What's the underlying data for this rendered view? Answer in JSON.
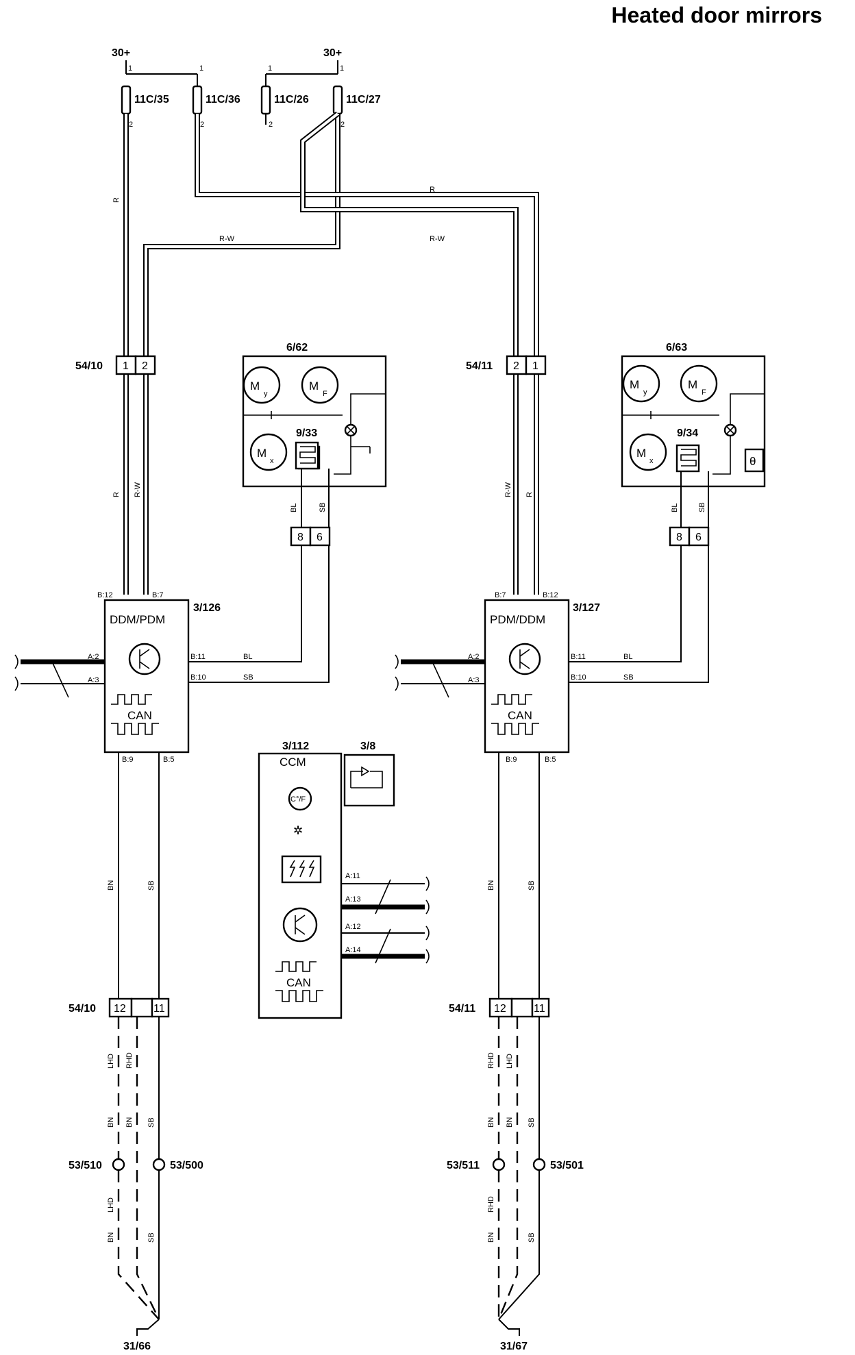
{
  "title": "Heated door mirrors",
  "supply": {
    "left": "30+",
    "right": "30+"
  },
  "fuses": [
    {
      "ref": "11C/35",
      "pin1": "1",
      "pin2": "2"
    },
    {
      "ref": "11C/36",
      "pin1": "1",
      "pin2": "2"
    },
    {
      "ref": "11C/26",
      "pin1": "1",
      "pin2": "2"
    },
    {
      "ref": "11C/27",
      "pin1": "1",
      "pin2": "2"
    }
  ],
  "wire_colors": {
    "r": "R",
    "rw": "R-W",
    "bl": "BL",
    "sb": "SB",
    "bn": "BN"
  },
  "connectors": {
    "left_top": {
      "ref": "54/10",
      "pins": [
        "1",
        "2"
      ]
    },
    "right_top": {
      "ref": "54/11",
      "pins": [
        "2",
        "1"
      ]
    },
    "left_bottom": {
      "ref": "54/10",
      "pins": [
        "12",
        "11"
      ]
    },
    "right_bottom": {
      "ref": "54/11",
      "pins": [
        "12",
        "11"
      ]
    },
    "left_mirror": {
      "pins": [
        "8",
        "6"
      ]
    },
    "right_mirror": {
      "pins": [
        "8",
        "6"
      ]
    }
  },
  "mirrors": [
    {
      "ref": "6/62",
      "heater": "9/33"
    },
    {
      "ref": "6/63",
      "heater": "9/34"
    }
  ],
  "motors": {
    "y": "M",
    "y_sub": "y",
    "f": "M",
    "f_sub": "F",
    "x": "M",
    "x_sub": "x",
    "theta": "θ"
  },
  "modules": {
    "left": {
      "ref": "3/126",
      "name": "DDM/PDM",
      "can": "CAN",
      "pins": {
        "b12": "B:12",
        "b7": "B:7",
        "b11": "B:11",
        "b10": "B:10",
        "a2": "A:2",
        "a3": "A:3",
        "b9": "B:9",
        "b5": "B:5"
      }
    },
    "right": {
      "ref": "3/127",
      "name": "PDM/DDM",
      "can": "CAN",
      "pins": {
        "b7": "B:7",
        "b12": "B:12",
        "b11": "B:11",
        "b10": "B:10",
        "a2": "A:2",
        "a3": "A:3",
        "b9": "B:9",
        "b5": "B:5"
      }
    },
    "ccm": {
      "ref": "3/112",
      "name": "CCM",
      "switch_ref": "3/8",
      "temp": "C°/F",
      "can": "CAN",
      "pins": [
        "A:11",
        "A:13",
        "A:12",
        "A:14"
      ]
    }
  },
  "drive": {
    "lhd": "LHD",
    "rhd": "RHD"
  },
  "splices": {
    "l1": "53/510",
    "l2": "53/500",
    "r1": "53/511",
    "r2": "53/501"
  },
  "grounds": {
    "left": "31/66",
    "right": "31/67"
  }
}
